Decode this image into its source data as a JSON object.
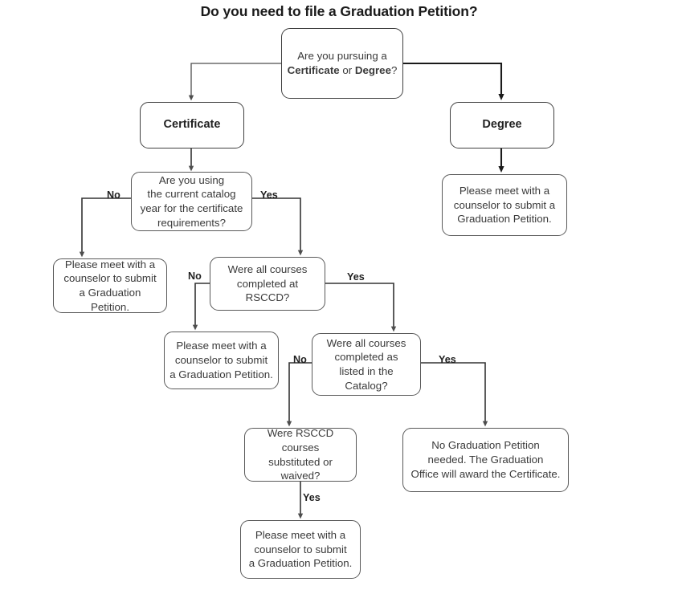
{
  "title": "Do you need to file a Graduation Petition?",
  "nodes": {
    "root": "Are you pursuing a\nCertificate or Degree?",
    "certificate": "Certificate",
    "degree": "Degree",
    "degree_outcome": "Please meet with a\ncounselor to submit a\nGraduation Petition.",
    "catalog_year": "Are you using\nthe current catalog\nyear for the certificate\nrequirements?",
    "catalog_year_no_outcome": "Please meet with a\ncounselor to submit\na Graduation Petition.",
    "rsccd": "Were all courses\ncompleted at\nRSCCD?",
    "rsccd_no_outcome": "Please meet with a\ncounselor to submit\na Graduation Petition.",
    "catalog_listed": "Were all courses\ncompleted  as\nlisted in the\nCatalog?",
    "substituted": "Were RSCCD courses\nsubstituted or\nwaived?",
    "no_petition_outcome": "No Graduation Petition\nneeded. The Graduation\nOffice will award the Certificate.",
    "substituted_yes_outcome": "Please meet with a\ncounselor to submit\na Graduation Petition."
  },
  "root_rich": {
    "prefix": "Are you pursuing a",
    "bold_1": "Certificate",
    "middle": " or ",
    "bold_2": "Degree",
    "suffix": "?"
  },
  "edge_labels": {
    "catalog_year_no": "No",
    "catalog_year_yes": "Yes",
    "rsccd_no": "No",
    "rsccd_yes": "Yes",
    "catalog_listed_no": "No",
    "catalog_listed_yes": "Yes",
    "substituted_yes": "Yes"
  },
  "colors": {
    "background": "#ffffff",
    "node_border": "#595959",
    "node_border_dark": "#404040",
    "text": "#3a3a3a",
    "title_text": "#1a1a1a",
    "wire": "#4d4d4d",
    "wire_thick": "#1a1a1a"
  }
}
